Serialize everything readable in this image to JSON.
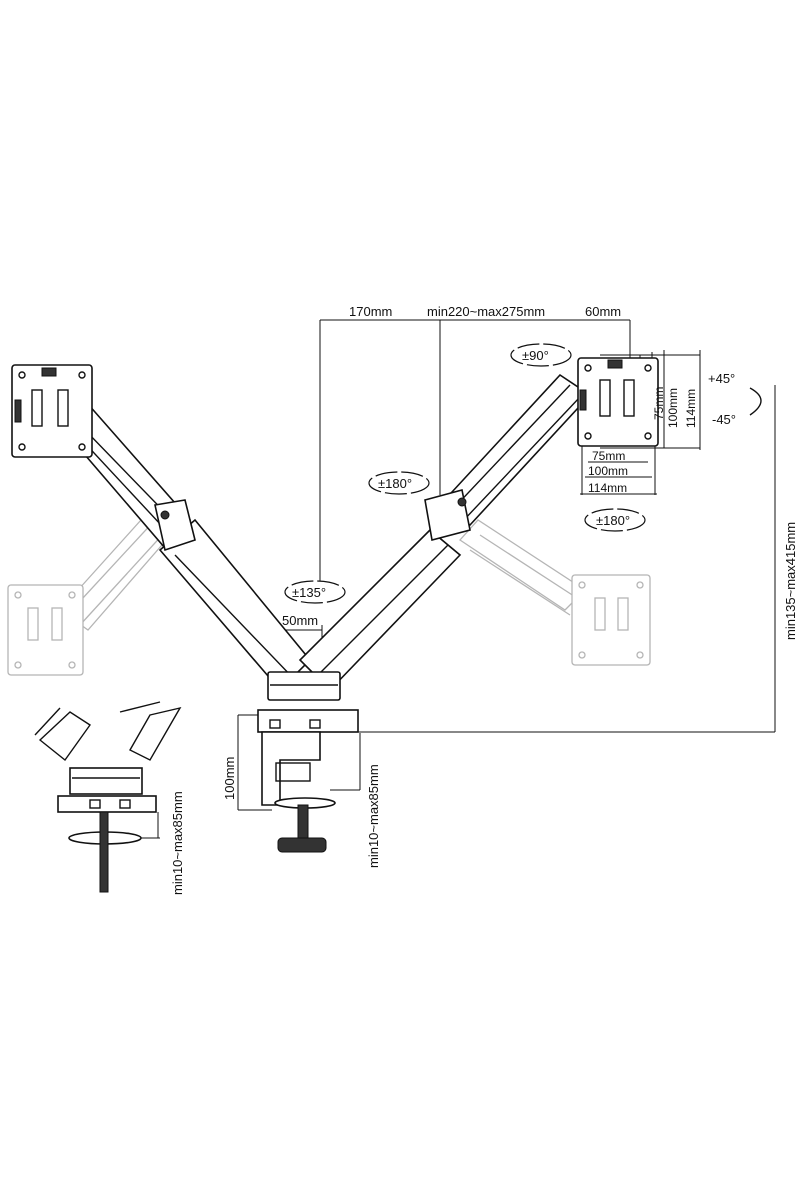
{
  "labels": {
    "arm_170": "170mm",
    "arm_range": "min220~max275mm",
    "arm_60": "60mm",
    "rot_90": "±90°",
    "tilt_up": "+45°",
    "tilt_down": "-45°",
    "vesa_75_v": "75mm",
    "vesa_100_v": "100mm",
    "vesa_114_v": "114mm",
    "vesa_75_h": "75mm",
    "vesa_100_h": "100mm",
    "vesa_114_h": "114mm",
    "rot_180_head": "±180°",
    "rot_180_elbow": "±180°",
    "rot_135": "±135°",
    "base_50": "50mm",
    "height_range": "min135~max415mm",
    "clamp_100": "100mm",
    "clamp_range": "min10~max85mm",
    "grommet_range": "min10~max85mm"
  },
  "colors": {
    "line": "#111111",
    "ghost": "#b5b5b5",
    "background": "#ffffff"
  }
}
